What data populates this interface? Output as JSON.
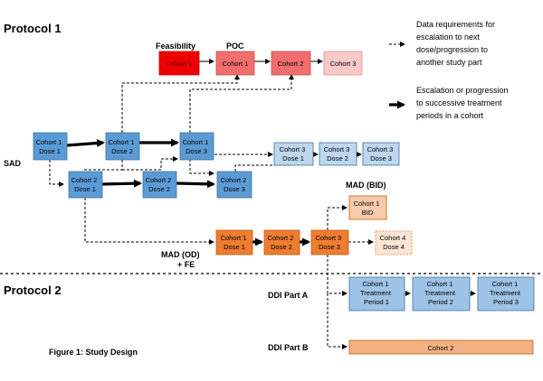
{
  "protocol1": {
    "title": "Protocol 1"
  },
  "protocol2": {
    "title": "Protocol 2"
  },
  "labels": {
    "feasibility": "Feasibility",
    "poc": "POC",
    "sad": "SAD",
    "mad_bid": "MAD (BID)",
    "mad_od_line1": "MAD (OD)",
    "mad_od_line2": "+ FE",
    "ddi_a": "DDI Part A",
    "ddi_b": "DDI Part B",
    "figure_caption": "Figure 1: Study Design"
  },
  "legend": {
    "dashed": [
      "Data requirements for",
      "escalation to next",
      "dose/progression to",
      "another study part"
    ],
    "solid": [
      "Escalation or progression",
      "to successive treatment",
      "periods in a cohort"
    ]
  },
  "boxes": {
    "feas_c1": [
      "Cohort 1"
    ],
    "poc_c1": [
      "Cohort 1"
    ],
    "poc_c2": [
      "Cohort 2"
    ],
    "poc_c3": [
      "Cohort 3"
    ],
    "sad_c1d1": [
      "Cohort 1",
      "Dose 1"
    ],
    "sad_c1d2": [
      "Cohort 1",
      "Dose 2"
    ],
    "sad_c1d3": [
      "Cohort 1",
      "Dose 3"
    ],
    "sad_c2d1": [
      "Cohort 2",
      "Dose 1"
    ],
    "sad_c2d2": [
      "Cohort 2",
      "Dose 2"
    ],
    "sad_c2d3": [
      "Cohort 2",
      "Dose 3"
    ],
    "sad_c3d1": [
      "Cohort 3",
      "Dose 1"
    ],
    "sad_c3d2": [
      "Cohort 3",
      "Dose 2"
    ],
    "sad_c3d3": [
      "Cohort 3",
      "Dose 3"
    ],
    "bid_c1": [
      "Cohort 1",
      "BID"
    ],
    "mad_c1d1": [
      "Cohort 1",
      "Dose 1"
    ],
    "mad_c2d2": [
      "Cohort 2",
      "Dose 2"
    ],
    "mad_c3d3": [
      "Cohort 3",
      "Dose 3"
    ],
    "mad_c4d4": [
      "Cohort 4",
      "Dose 4"
    ],
    "ddi_p1": [
      "Cohort 1",
      "Treatment",
      "Period 1"
    ],
    "ddi_p2": [
      "Cohort 1",
      "Treatment",
      "Period 2"
    ],
    "ddi_p3": [
      "Cohort 1",
      "Treatment",
      "Period 3"
    ],
    "ddi_b_c2": [
      "Cohort 2"
    ]
  },
  "colors": {
    "feasibility_red": "#ee0000",
    "poc_red": "#f26d6d",
    "poc_light": "#f9c8c8",
    "sad_blue": "#5b9bd5",
    "sad_light_blue": "#bdd7ee",
    "mad_orange": "#ed7d31",
    "mad_light_orange": "#f8cbad",
    "ddi_blue": "#9dc3e6",
    "border": "#41719c"
  }
}
